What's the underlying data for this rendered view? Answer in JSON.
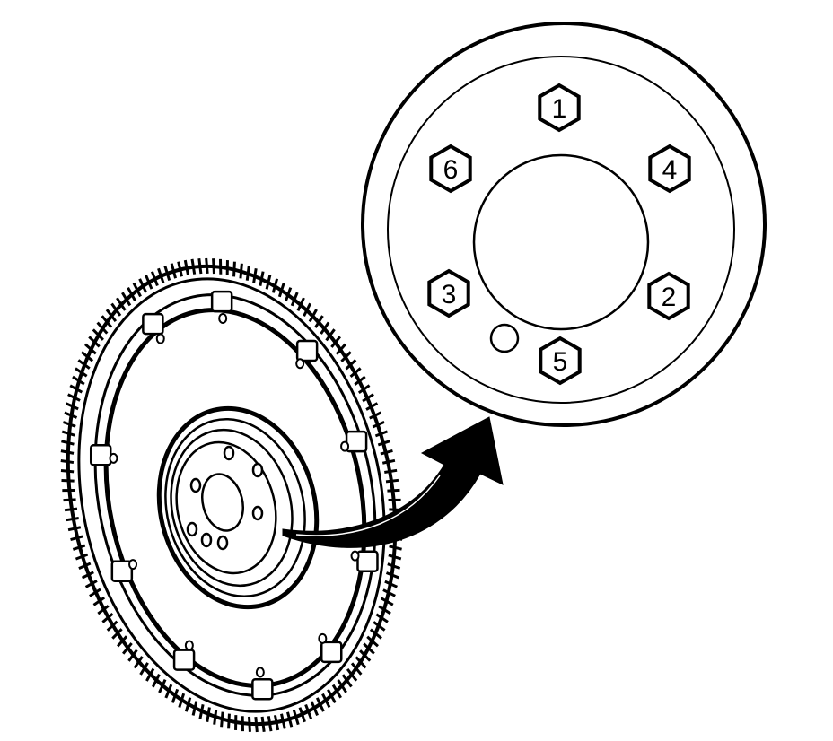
{
  "illustration": {
    "stroke_color": "#000000",
    "fill_color": "#ffffff"
  },
  "bolt_sequence": [
    "1",
    "2",
    "3",
    "4",
    "5",
    "6"
  ]
}
